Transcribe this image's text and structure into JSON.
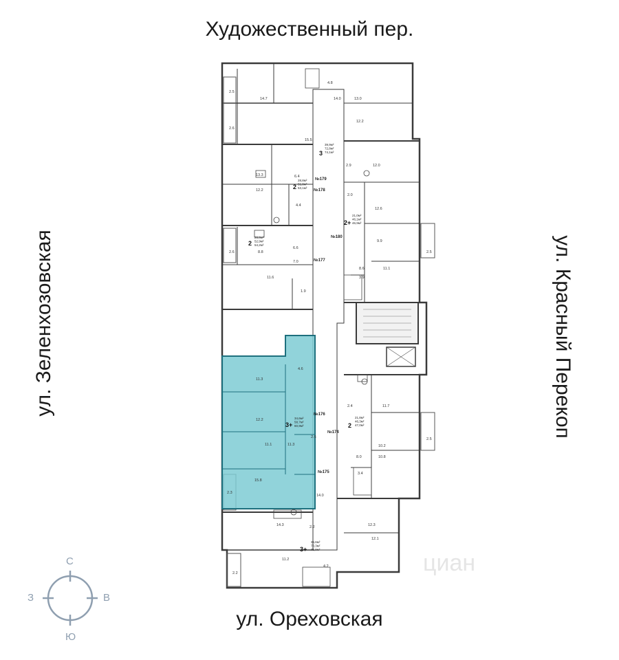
{
  "streets": {
    "top": "Художественный пер.",
    "bottom": "ул. Ореховская",
    "left": "ул. Зеленхозовская",
    "right": "ул. Красный Перекоп"
  },
  "compass": {
    "north": "С",
    "south": "Ю",
    "west": "З",
    "east": "В"
  },
  "watermark": "циан",
  "colors": {
    "highlight": "#7ecbd4",
    "highlight_border": "#1d6f7d",
    "wall": "#3a3a3a"
  },
  "apartments": [
    {
      "number": "№179",
      "rooms": "2",
      "areas": [
        "28,8м²",
        "51,8м²",
        "53,1м²"
      ]
    },
    {
      "number": "№178",
      "rooms": "3",
      "areas": [
        "39,9м²",
        "72,8м²",
        "74,1м²"
      ]
    },
    {
      "number": "№180",
      "rooms": "2+",
      "areas": [
        "21,0м²",
        "46,1м²",
        "46,9м²"
      ]
    },
    {
      "number": "№177",
      "rooms": "2",
      "areas": [
        "28,8м²",
        "52,9м²",
        "54,2м²"
      ]
    },
    {
      "number": "№176",
      "rooms": "3+",
      "areas": [
        "34,6м²",
        "58,7м²",
        "60,9м²"
      ],
      "highlighted": true
    },
    {
      "number": "№174",
      "rooms": "2",
      "areas": [
        "21,8м²",
        "46,3м²",
        "47,0м²"
      ]
    },
    {
      "number": "№175",
      "rooms": "3+",
      "areas": [
        "35,6м²",
        "70,3м²",
        "71,9м²"
      ]
    }
  ],
  "room_labels": [
    "2.5",
    "2.6",
    "14.7",
    "4.8",
    "14.0",
    "13.0",
    "12.2",
    "15.5",
    "6.4",
    "13.3",
    "12.2",
    "4.4",
    "2.9",
    "12.0",
    "2.0",
    "12.6",
    "9.9",
    "8.8",
    "6.6",
    "7.0",
    "2.6",
    "11.6",
    "1.9",
    "8.6",
    "3.9",
    "11.1",
    "2.5",
    "11.3",
    "4.6",
    "12.2",
    "2.4",
    "11.7",
    "11.1",
    "11.3",
    "2.6",
    "10.2",
    "10.8",
    "2.5",
    "8.0",
    "3.4",
    "15.8",
    "2.3",
    "14.0",
    "14.3",
    "2.2",
    "12.3",
    "12.1",
    "11.2",
    "2.2",
    "4.2"
  ]
}
